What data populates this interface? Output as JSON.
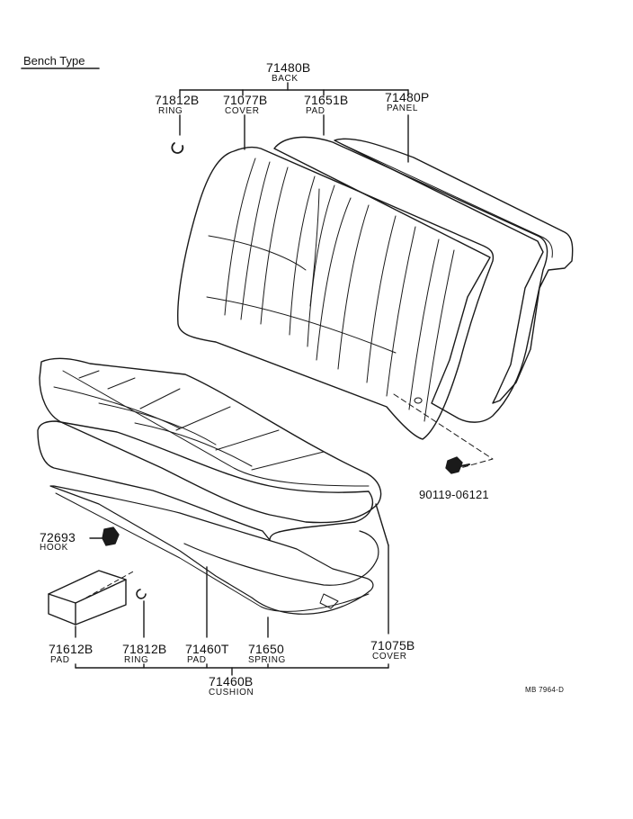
{
  "title": "Bench Type",
  "parts": {
    "back": {
      "number": "71480B",
      "name": "BACK"
    },
    "ring_top": {
      "number": "71812B",
      "name": "RING"
    },
    "cover_back": {
      "number": "71077B",
      "name": "COVER"
    },
    "pad_back": {
      "number": "71651B",
      "name": "PAD"
    },
    "panel": {
      "number": "71480P",
      "name": "PANEL"
    },
    "bolt": {
      "number": "90119-06121"
    },
    "hook": {
      "number": "72693",
      "name": "HOOK"
    },
    "pad_block": {
      "number": "71612B",
      "name": "PAD"
    },
    "ring_bottom": {
      "number": "71812B",
      "name": "RING"
    },
    "pad_cushion": {
      "number": "71460T",
      "name": "PAD"
    },
    "spring": {
      "number": "71650",
      "name": "SPRING"
    },
    "cover_cushion": {
      "number": "71075B",
      "name": "COVER"
    },
    "cushion": {
      "number": "71460B",
      "name": "CUSHION"
    }
  },
  "diagram_code": "MB 7964-D"
}
